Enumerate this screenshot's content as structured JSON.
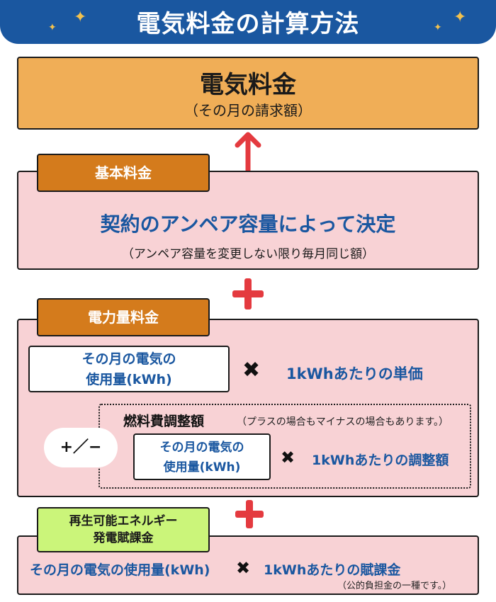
{
  "header": {
    "title": "電気料金の計算方法"
  },
  "total": {
    "title": "電気料金",
    "subtitle": "（その月の請求額）"
  },
  "basic_fee": {
    "label": "基本料金",
    "main": "契約のアンペア容量によって決定",
    "note": "（アンペア容量を変更しない限り毎月同じ額）"
  },
  "energy_fee": {
    "label": "電力量料金",
    "usage_line1": "その月の電気の",
    "usage_line2": "使用量(kWh)",
    "times": "✖",
    "unit_price": "1kWhあたりの単価",
    "plus_minus": "+／−",
    "fuel": {
      "title": "燃料費調整額",
      "note": "（プラスの場合もマイナスの場合もあります。）",
      "usage_line1": "その月の電気の",
      "usage_line2": "使用量(kWh)",
      "times": "✖",
      "price": "1kWhあたりの調整額"
    }
  },
  "renewable": {
    "label_line1": "再生可能エネルギー",
    "label_line2": "発電賦課金",
    "usage": "その月の電気の使用量(kWh)",
    "times": "✖",
    "price": "1kWhあたりの賦課金",
    "note": "（公的負担金の一種です。）"
  },
  "colors": {
    "header_blue": "#1a57a0",
    "orange": "#f0ae57",
    "label_orange": "#d47b1c",
    "pink": "#f8d2d5",
    "green": "#cbf57a",
    "red": "#e43a3f"
  }
}
